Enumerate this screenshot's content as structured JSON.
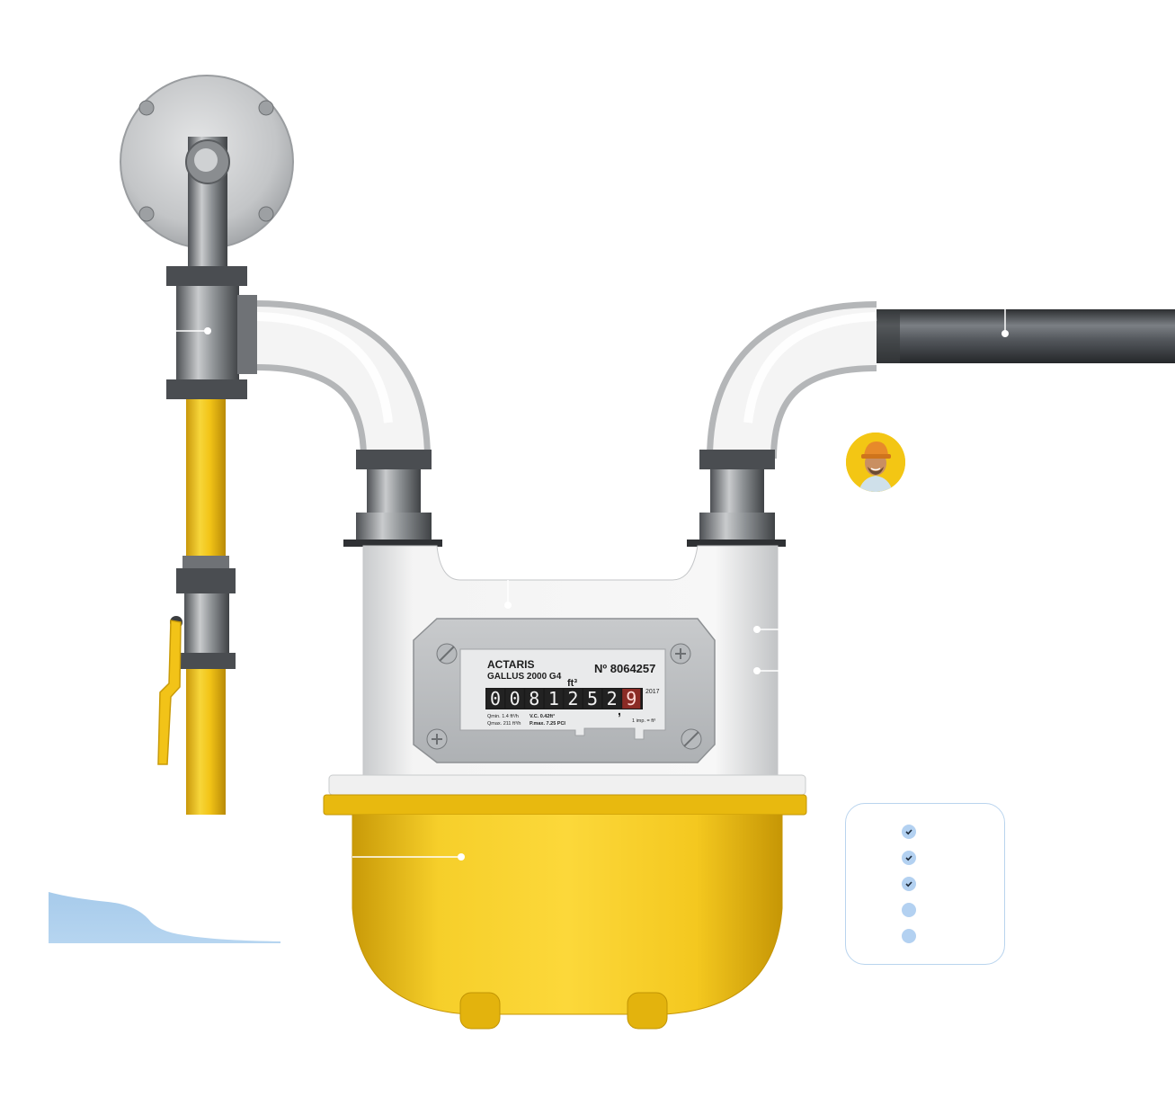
{
  "meter": {
    "brand": "ACTARIS",
    "model": "GALLUS 2000 G4",
    "serial": "Nº 8064257",
    "unit": "ft³",
    "year": "2017",
    "reading_digits": [
      "0",
      "0",
      "8",
      "1",
      "2",
      "5",
      "2",
      "9"
    ],
    "spec_qmin": "Qmin. 1.4 ft³/h",
    "spec_qmax": "Qmax. 211 ft³/h",
    "spec_vc": "V.C. 0.42ft³",
    "spec_pmax": "P.max. 7.25 PCI",
    "impulse": "1 imp. = ft³"
  },
  "checklist": {
    "items": [
      {
        "done": true
      },
      {
        "done": true
      },
      {
        "done": true
      },
      {
        "done": false
      },
      {
        "done": false
      }
    ]
  },
  "colors": {
    "pipe_yellow": "#f1c318",
    "meter_yellow": "#f6cc1f",
    "pipe_white": "#f2f2f2",
    "steel": "#8a8d90",
    "dark_pipe": "#4e5156",
    "accent_blue": "#a9cdeb"
  },
  "icons": [
    "screw-icon",
    "check-icon",
    "callout-dot-icon"
  ]
}
